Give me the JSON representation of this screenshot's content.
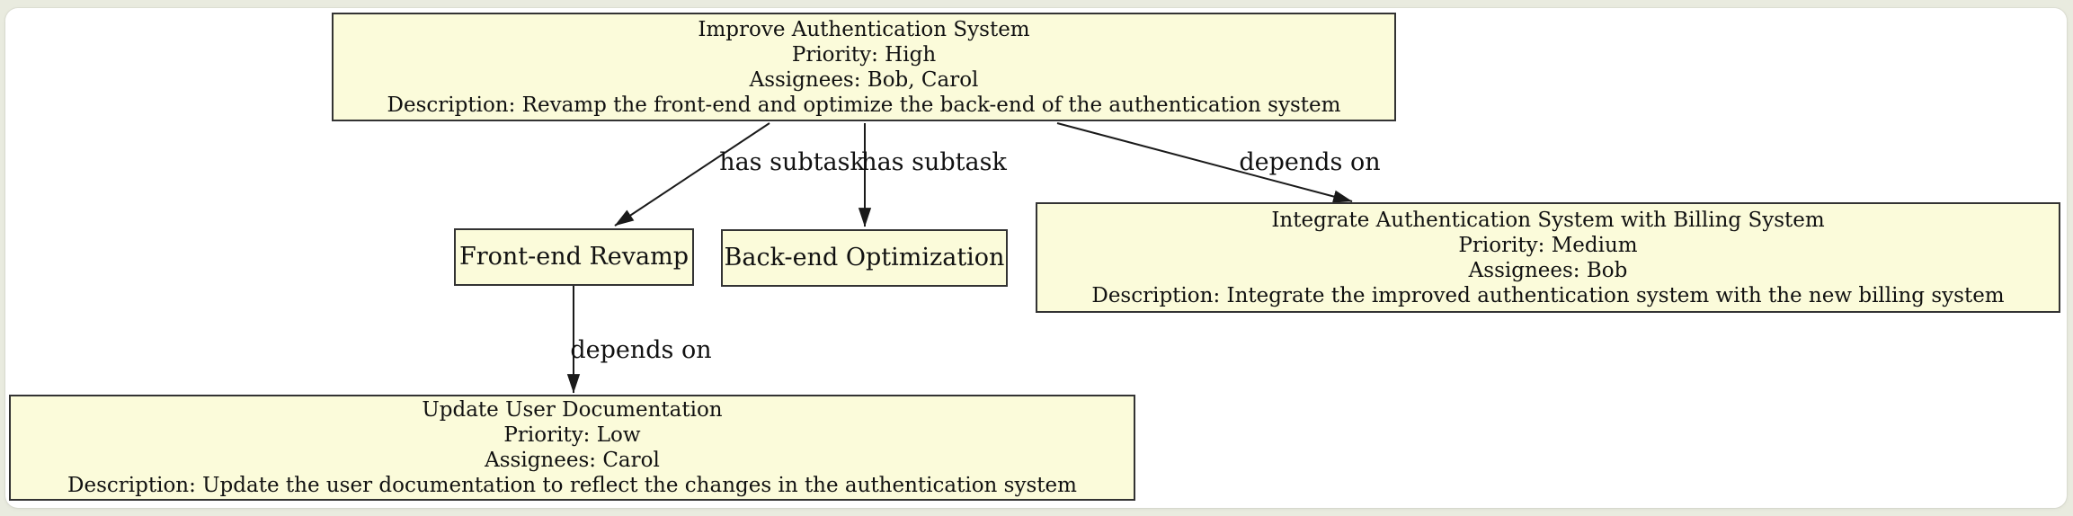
{
  "diagram": {
    "type": "task-dependency-graph",
    "colors": {
      "node_fill": "#fbfbda",
      "node_border": "#333333",
      "edge_line": "#1a1a1a",
      "text": "#111111",
      "canvas_background": "#ffffff",
      "page_background": "#e9ebdf"
    },
    "nodes": [
      {
        "id": "improve-auth",
        "title": "Improve Authentication System",
        "priority": "Priority: High",
        "assignees": "Assignees: Bob, Carol",
        "description": "Description: Revamp the front-end and optimize the back-end of the authentication system"
      },
      {
        "id": "frontend-revamp",
        "title": "Front-end Revamp"
      },
      {
        "id": "backend-optimization",
        "title": "Back-end Optimization"
      },
      {
        "id": "integrate-billing",
        "title": "Integrate Authentication System with Billing System",
        "priority": "Priority: Medium",
        "assignees": "Assignees: Bob",
        "description": "Description: Integrate the improved authentication system with the new billing system"
      },
      {
        "id": "update-docs",
        "title": "Update User Documentation",
        "priority": "Priority: Low",
        "assignees": "Assignees: Carol",
        "description": "Description: Update the user documentation to reflect the changes in the authentication system"
      }
    ],
    "edges": [
      {
        "from": "improve-auth",
        "to": "frontend-revamp",
        "label": "has subtask"
      },
      {
        "from": "improve-auth",
        "to": "backend-optimization",
        "label": "has subtask"
      },
      {
        "from": "improve-auth",
        "to": "integrate-billing",
        "label": "depends on"
      },
      {
        "from": "frontend-revamp",
        "to": "update-docs",
        "label": "depends on"
      }
    ]
  }
}
